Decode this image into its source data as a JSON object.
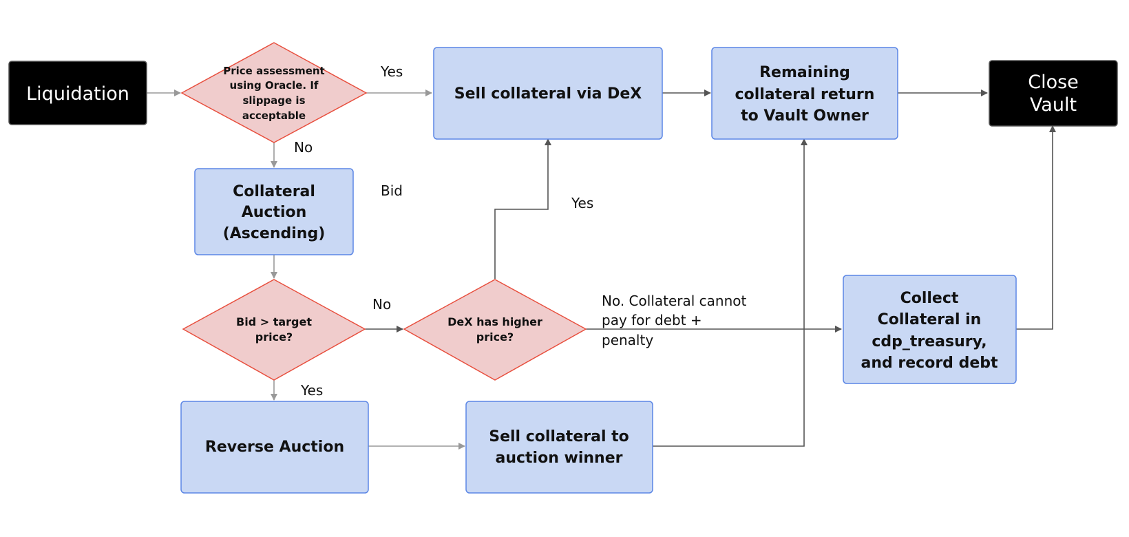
{
  "nodes": {
    "liquidation": [
      "Liquidation"
    ],
    "price_assessment": [
      "Price assessment",
      "using Oracle. If",
      "slippage is",
      "acceptable"
    ],
    "sell_via_dex": [
      "Sell collateral via DeX"
    ],
    "remaining_return": [
      "Remaining",
      "collateral return",
      "to Vault Owner"
    ],
    "close_vault": [
      "Close",
      "Vault"
    ],
    "collateral_auction": [
      "Collateral",
      "Auction",
      "(Ascending)"
    ],
    "bid_gt_target": [
      "Bid > target",
      "price?"
    ],
    "dex_higher": [
      "DeX has higher",
      "price?"
    ],
    "collect_collateral": [
      "Collect",
      "Collateral in",
      "cdp_treasury,",
      "and record debt"
    ],
    "reverse_auction": [
      "Reverse Auction"
    ],
    "sell_to_winner": [
      "Sell collateral to",
      "auction winner"
    ]
  },
  "edge_labels": {
    "price_yes": "Yes",
    "price_no": "No",
    "bid": "Bid",
    "dex_yes": "Yes",
    "bid_no": "No",
    "bid_yes": "Yes",
    "dex_no": [
      "No. Collateral cannot",
      "pay for debt +",
      "penalty"
    ]
  },
  "colors": {
    "process_fill": "#c9d8f4",
    "process_stroke": "#5b86e5",
    "decision_fill": "#f0cccc",
    "decision_stroke": "#e8503f",
    "terminal_fill": "#000000",
    "edge_gray": "#999999",
    "edge_dark": "#555555"
  }
}
